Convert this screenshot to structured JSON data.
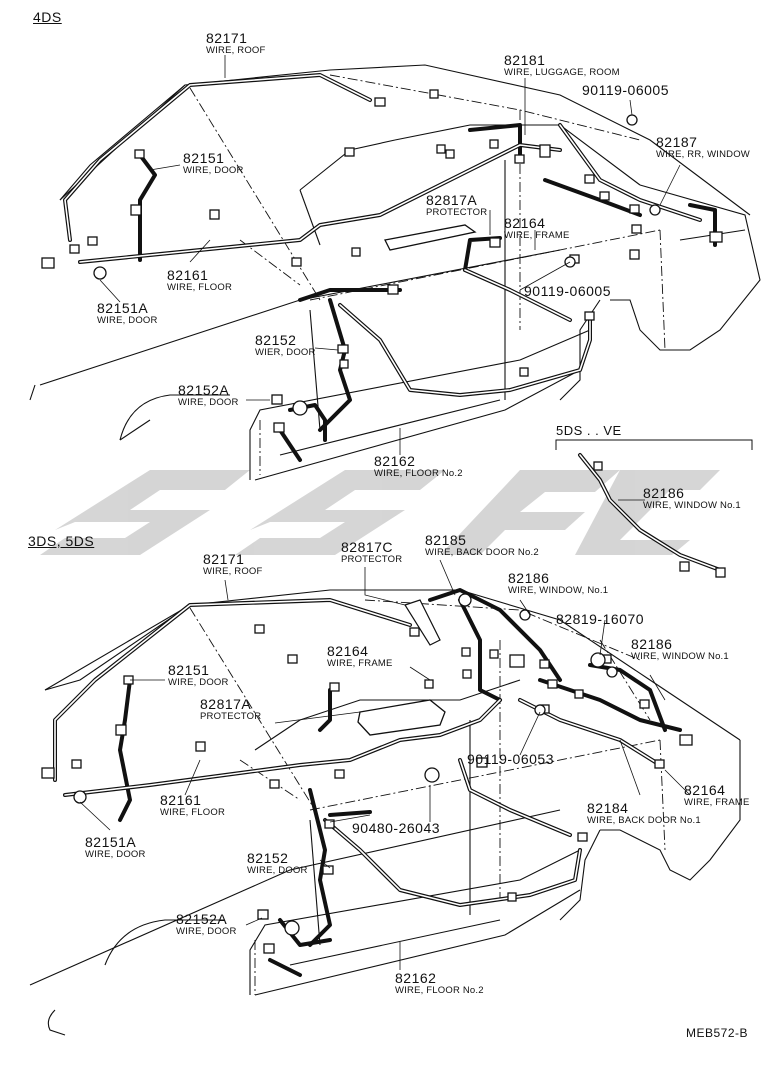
{
  "sections": {
    "top": "4DS",
    "bottom": "3DS, 5DS",
    "inset": "5DS . . VE"
  },
  "image_code": "MEB572-B",
  "top_parts": [
    {
      "num": "82171",
      "desc": "WIRE, ROOF"
    },
    {
      "num": "82181",
      "desc": "WIRE, LUGGAGE, ROOM"
    },
    {
      "num": "90119-06005",
      "desc": ""
    },
    {
      "num": "82187",
      "desc": "WIRE, RR, WINDOW"
    },
    {
      "num": "82151",
      "desc": "WIRE, DOOR"
    },
    {
      "num": "82817A",
      "desc": "PROTECTOR"
    },
    {
      "num": "82164",
      "desc": "WIRE, FRAME"
    },
    {
      "num": "82161",
      "desc": "WIRE, FLOOR"
    },
    {
      "num": "90119-06005",
      "desc": ""
    },
    {
      "num": "82151A",
      "desc": "WIRE, DOOR"
    },
    {
      "num": "82152",
      "desc": "WIER, DOOR"
    },
    {
      "num": "82152A",
      "desc": "WIRE, DOOR"
    },
    {
      "num": "82162",
      "desc": "WIRE, FLOOR No.2"
    }
  ],
  "inset_parts": [
    {
      "num": "82186",
      "desc": "WIRE, WINDOW No.1"
    }
  ],
  "bottom_parts": [
    {
      "num": "82171",
      "desc": "WIRE, ROOF"
    },
    {
      "num": "82817C",
      "desc": "PROTECTOR"
    },
    {
      "num": "82185",
      "desc": "WIRE, BACK DOOR No.2"
    },
    {
      "num": "82186",
      "desc": "WIRE, WINDOW, No.1"
    },
    {
      "num": "82819-16070",
      "desc": ""
    },
    {
      "num": "82186",
      "desc": "WIRE, WINDOW No.1"
    },
    {
      "num": "82164",
      "desc": "WIRE, FRAME"
    },
    {
      "num": "82151",
      "desc": "WIRE, DOOR"
    },
    {
      "num": "82817A",
      "desc": "PROTECTOR"
    },
    {
      "num": "90119-06053",
      "desc": ""
    },
    {
      "num": "82161",
      "desc": "WIRE, FLOOR"
    },
    {
      "num": "82164",
      "desc": "WIRE, FRAME"
    },
    {
      "num": "82184",
      "desc": "WIRE, BACK DOOR No.1"
    },
    {
      "num": "82151A",
      "desc": "WIRE, DOOR"
    },
    {
      "num": "90480-26043",
      "desc": ""
    },
    {
      "num": "82152",
      "desc": "WIRE, DOOR"
    },
    {
      "num": "82152A",
      "desc": "WIRE, DOOR"
    },
    {
      "num": "82162",
      "desc": "WIRE, FLOOR No.2"
    }
  ]
}
